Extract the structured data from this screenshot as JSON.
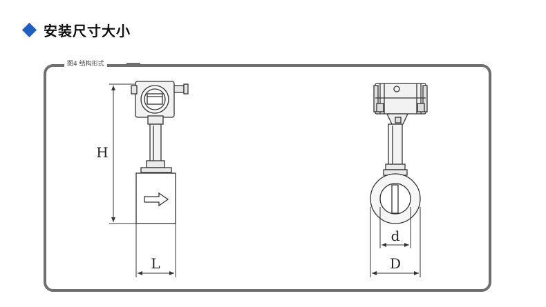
{
  "header": {
    "title": "安装尺寸大小"
  },
  "figure": {
    "caption": "图4  结构形式",
    "labels": {
      "H": "H",
      "L": "L",
      "d": "d",
      "D": "D"
    }
  },
  "colors": {
    "accent": "#1f5fc4",
    "frame": "#6f6f6f",
    "line": "#333333"
  }
}
